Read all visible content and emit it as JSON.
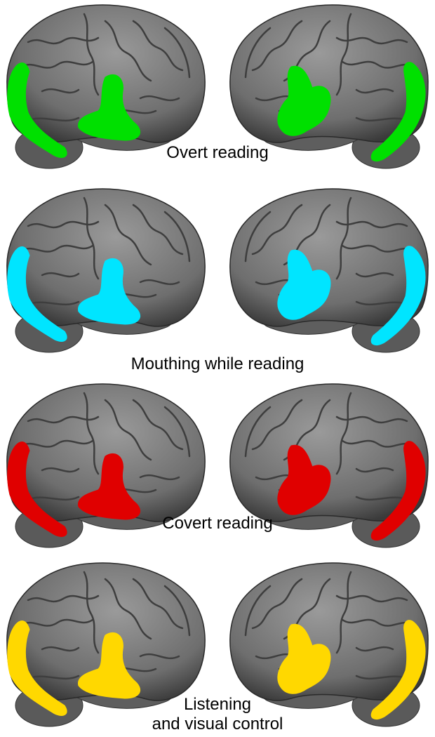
{
  "figure": {
    "panels": [
      {
        "label_lines": [
          "Overt reading"
        ],
        "color": "#00e000"
      },
      {
        "label_lines": [
          "Mouthing while reading"
        ],
        "color": "#00e5ff"
      },
      {
        "label_lines": [
          "Covert reading"
        ],
        "color": "#e00000"
      },
      {
        "label_lines": [
          "Listening",
          "and visual control"
        ],
        "color": "#ffd800"
      }
    ],
    "brain_color": "#6e6e6e",
    "views": [
      "left-hemisphere",
      "right-hemisphere"
    ]
  }
}
